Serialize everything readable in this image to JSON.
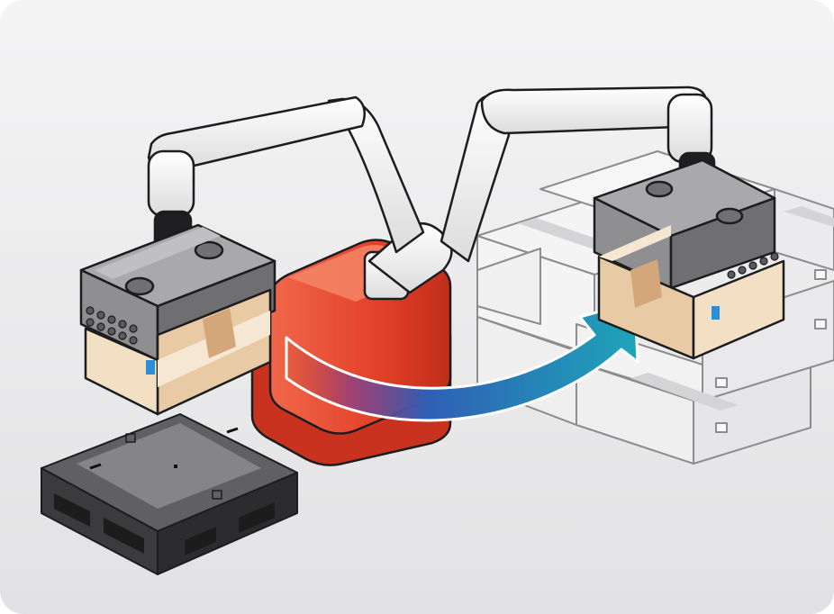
{
  "scene": {
    "type": "robotic-depalletizing-illustration",
    "elements": [
      "background-panel",
      "ghost-box-stack",
      "robot-base",
      "robot-arm-pick",
      "robot-arm-place",
      "vacuum-gripper-pick",
      "vacuum-gripper-place",
      "cardboard-box-pick",
      "cardboard-box-place",
      "plastic-pallet",
      "transfer-arrow"
    ]
  },
  "colors": {
    "background_top": "#f3f3f4",
    "background_bottom": "#e3e3e5",
    "robot_base": "#e8452c",
    "robot_base_dark": "#c0301c",
    "robot_arm": "#f4f4f4",
    "gripper": "#8c8c8e",
    "gripper_dark": "#5d5d60",
    "box": "#f1dcc0",
    "box_tape": "#d2a97e",
    "pallet": "#3c3c3e",
    "pallet_top": "#6b6b6d",
    "arrow_start": "#c63a25",
    "arrow_mid": "#2d5fb4",
    "arrow_end": "#1fa2b8",
    "ghost_stroke": "#8a8a8c"
  }
}
